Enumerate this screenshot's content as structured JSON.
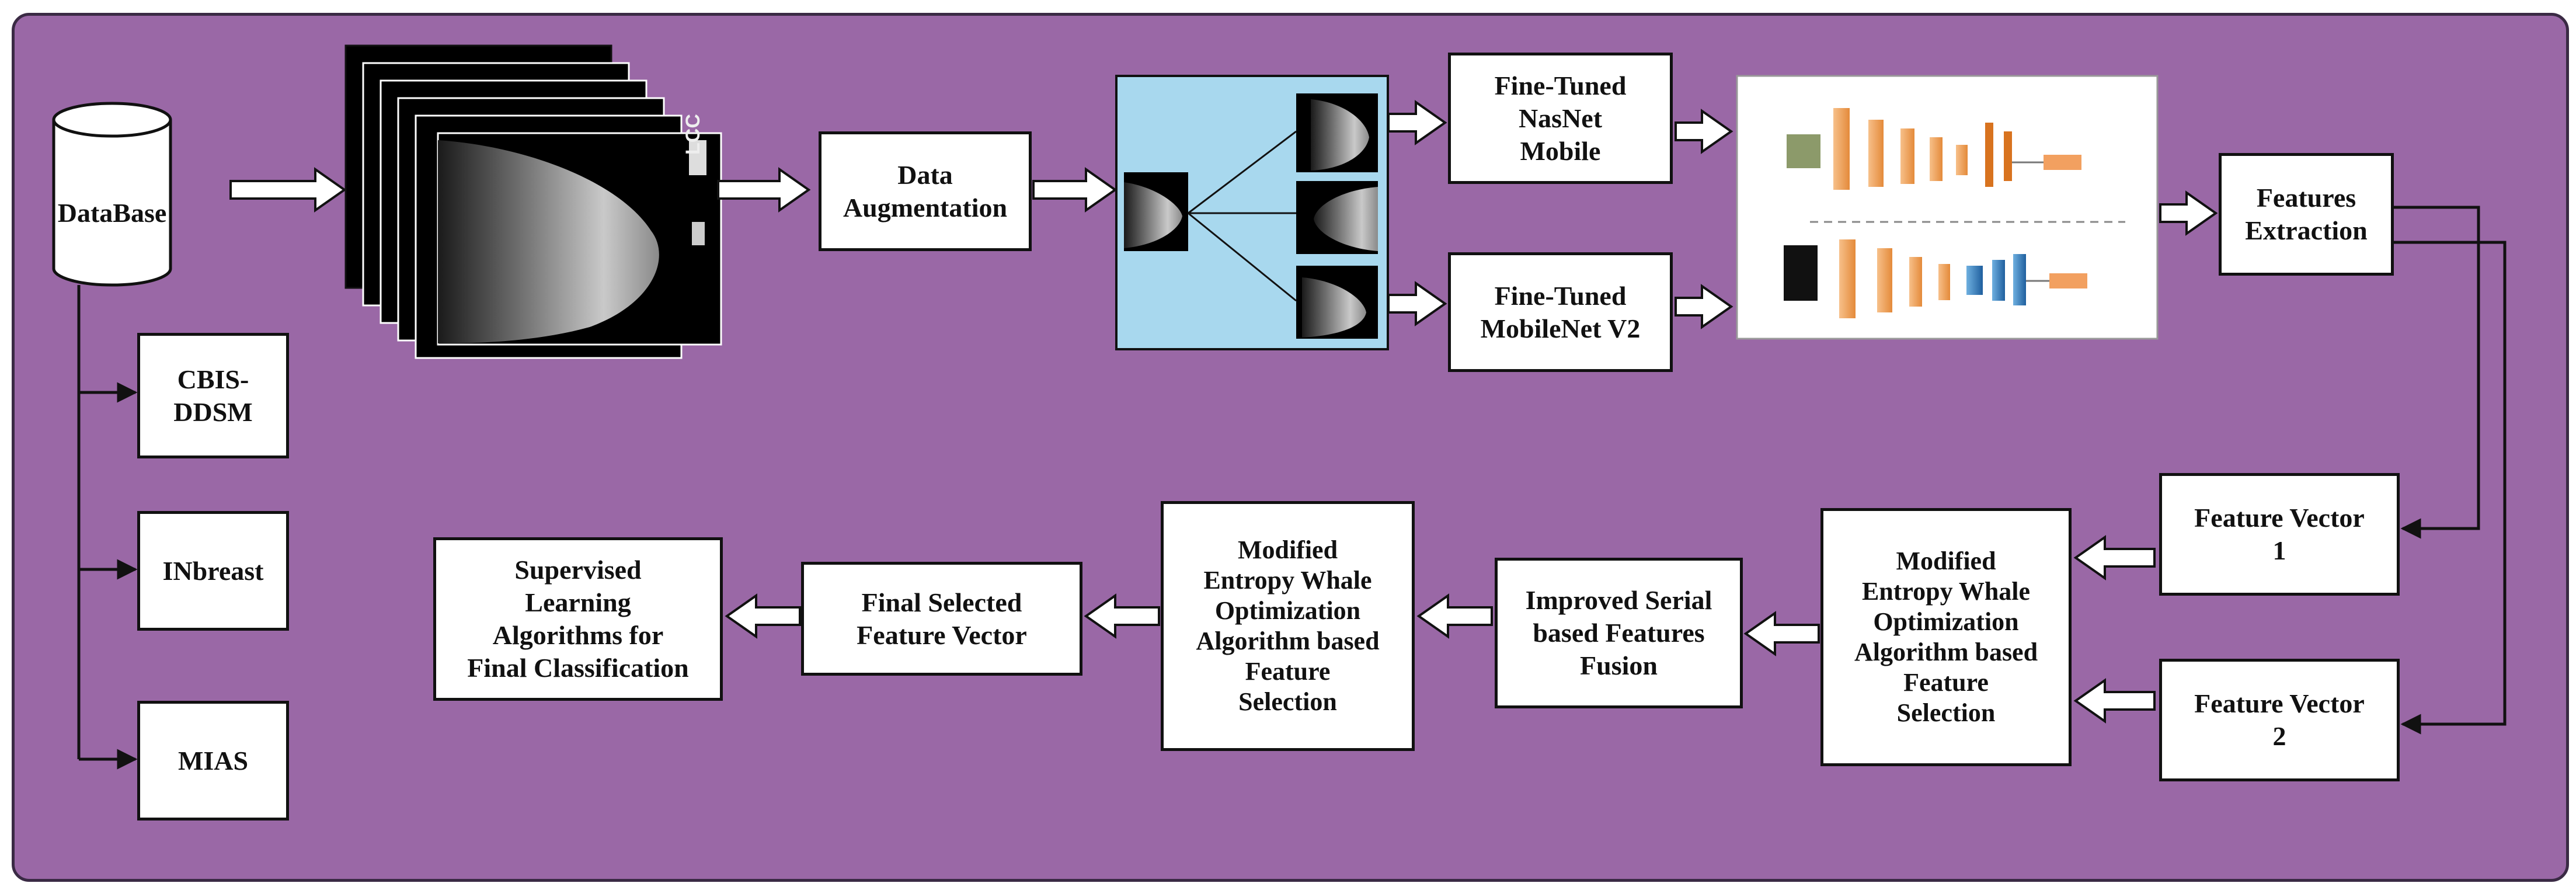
{
  "colors": {
    "panel": "#9a68a6",
    "border": "#111111",
    "box_fill": "#ffffff",
    "augment_panel": "#a8d8ee"
  },
  "nodes": {
    "database": "DataBase",
    "cbis_ddsm": "CBIS-\nDDSM",
    "inbreast": "INbreast",
    "mias": "MIAS",
    "data_augmentation": "Data\nAugmentation",
    "nasnet": "Fine-Tuned\nNasNet\nMobile",
    "mobilenet": "Fine-Tuned\nMobileNet V2",
    "features_extraction": "Features\nExtraction",
    "feature_vector_1": "Feature Vector\n1",
    "feature_vector_2": "Feature Vector\n2",
    "mewoa_selection_1": "Modified\nEntropy Whale\nOptimization\nAlgorithm based\nFeature\nSelection",
    "serial_fusion": "Improved Serial\nbased  Features\nFusion",
    "mewoa_selection_2": "Modified\nEntropy Whale\nOptimization\nAlgorithm based\nFeature\nSelection",
    "final_vector": "Final Selected\nFeature Vector",
    "classification": "Supervised\nLearning\nAlgorithms for\nFinal Classification"
  },
  "images": {
    "mammogram_stack_label": "LCC",
    "cnn_diagram_icon": "cnn-architecture-icon"
  }
}
